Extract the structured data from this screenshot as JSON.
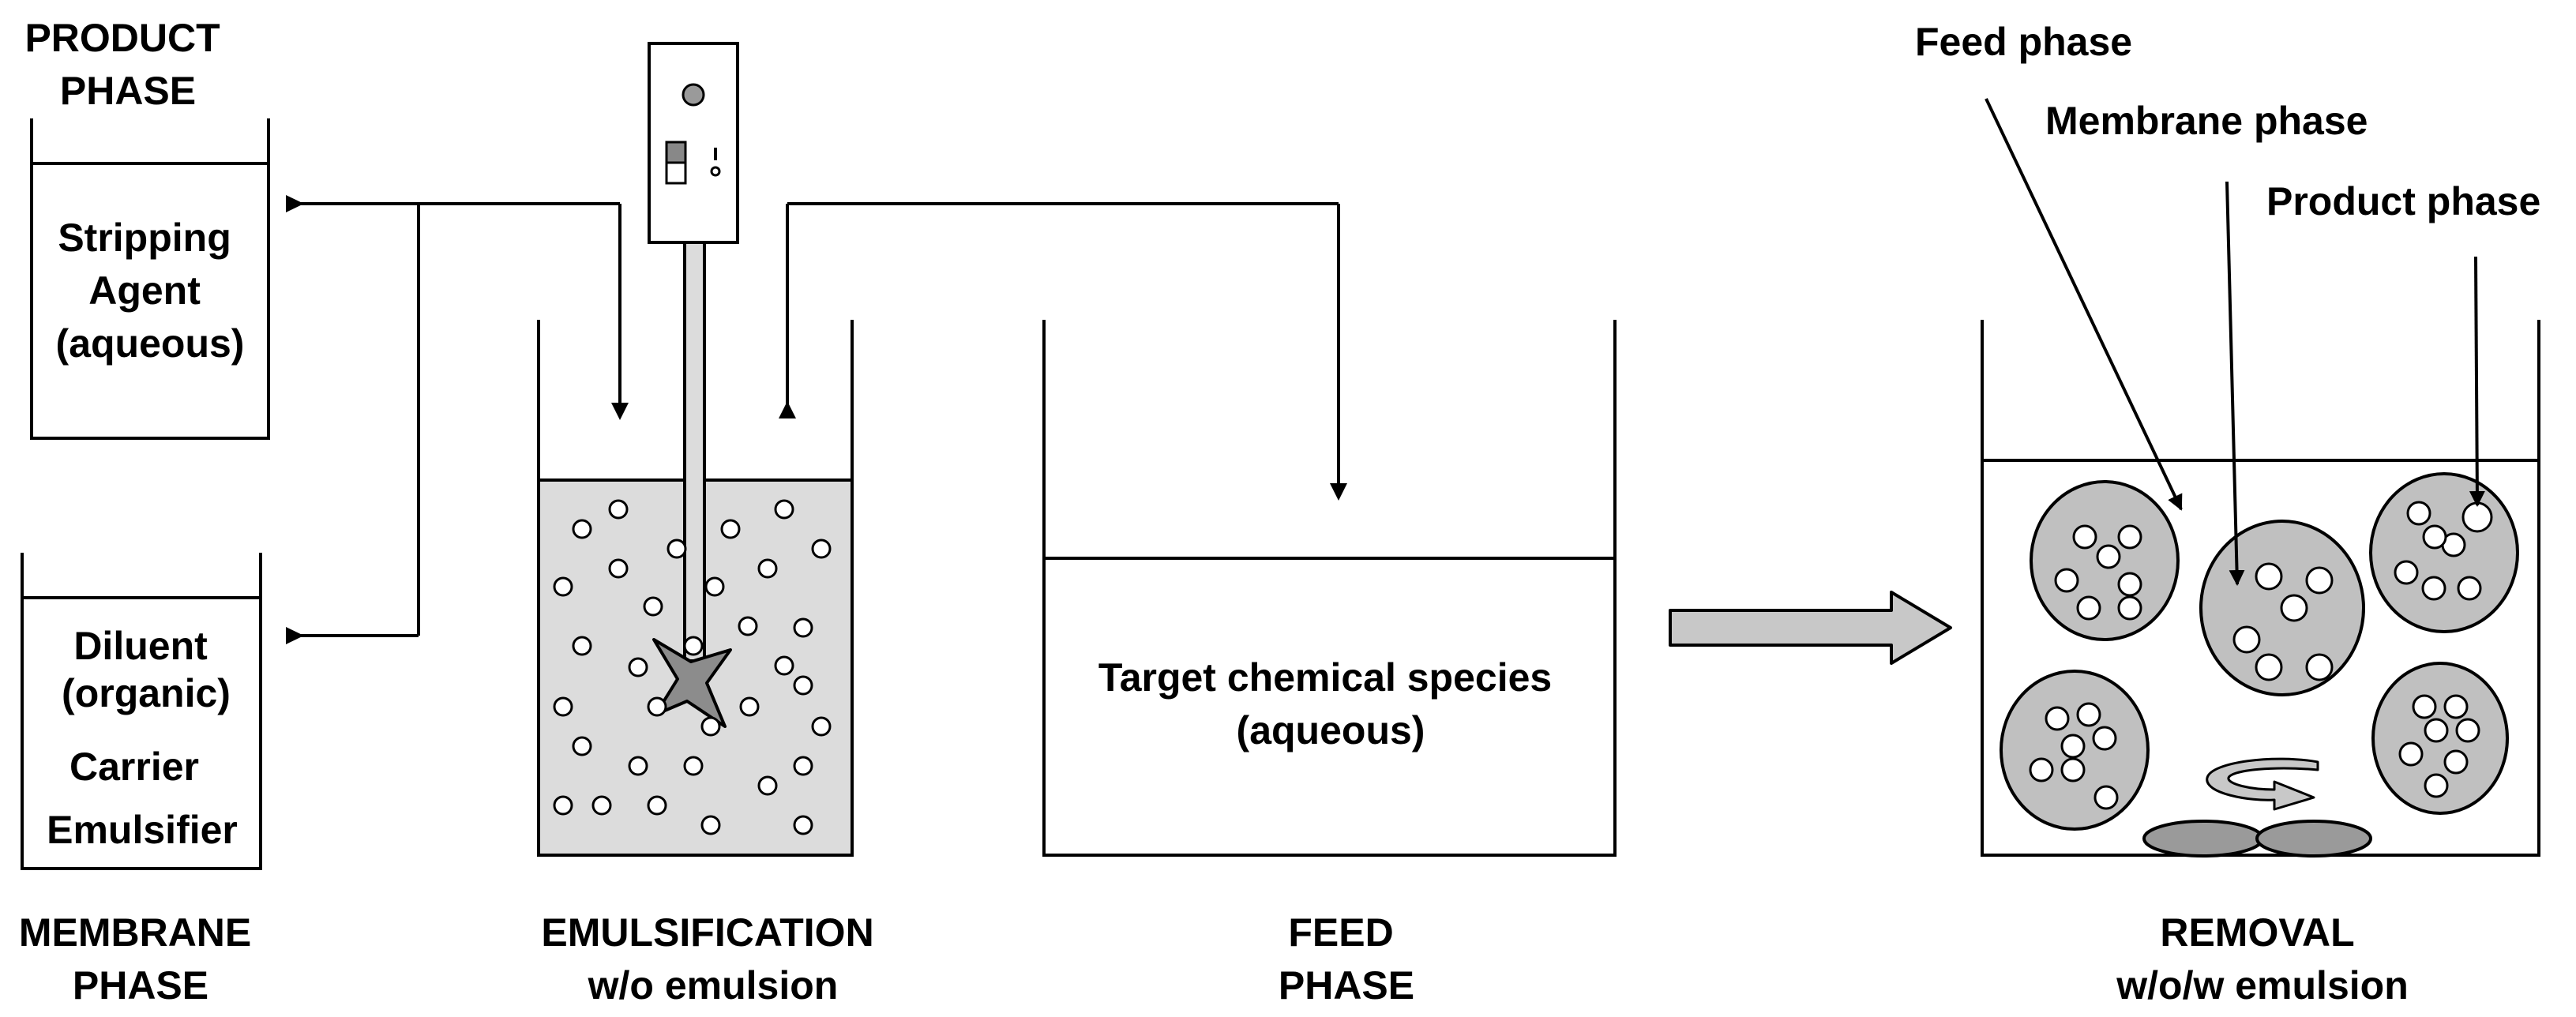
{
  "labels": {
    "product_phase": [
      "PRODUCT",
      "PHASE"
    ],
    "stripping_agent": [
      "Stripping",
      "Agent",
      "(aqueous)"
    ],
    "diluent": [
      "Diluent",
      "(organic)"
    ],
    "carrier": "Carrier",
    "emulsifier": "Emulsifier",
    "membrane_phase_caption": [
      "MEMBRANE",
      "PHASE"
    ],
    "emulsification_caption": [
      "EMULSIFICATION",
      "w/o emulsion"
    ],
    "target_species": [
      "Target chemical species",
      "(aqueous)"
    ],
    "feed_phase_caption": [
      "FEED",
      "PHASE"
    ],
    "removal_caption": [
      "REMOVAL",
      "w/o/w emulsion"
    ],
    "callout_feed": "Feed phase",
    "callout_membrane": "Membrane phase",
    "callout_product": "Product phase"
  },
  "colors": {
    "liquid_gray": "#dcdcdc",
    "globule_gray": "#c0c0c0",
    "disc_gray": "#9a9a9a",
    "outline": "#000000"
  }
}
